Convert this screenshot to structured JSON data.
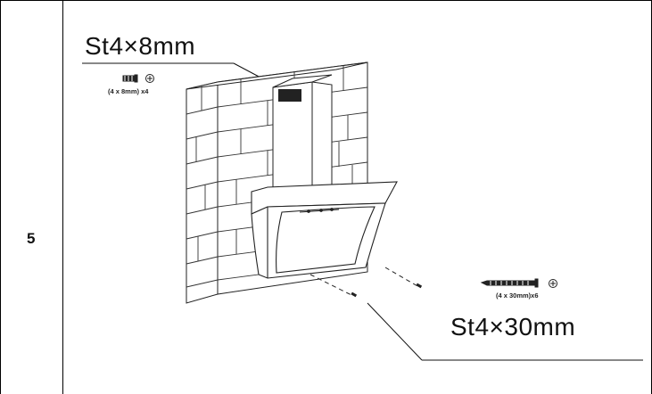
{
  "step": {
    "number": "5"
  },
  "screws": {
    "small": {
      "label": "St4×8mm",
      "spec": "(4 x 8mm) x4"
    },
    "large": {
      "label": "St4×30mm",
      "spec": "(4 x 30mm)x6"
    }
  },
  "icons": [
    "phillips-head-icon",
    "screw-icon",
    "wall-icon",
    "chimney-duct-icon",
    "hood-icon"
  ]
}
